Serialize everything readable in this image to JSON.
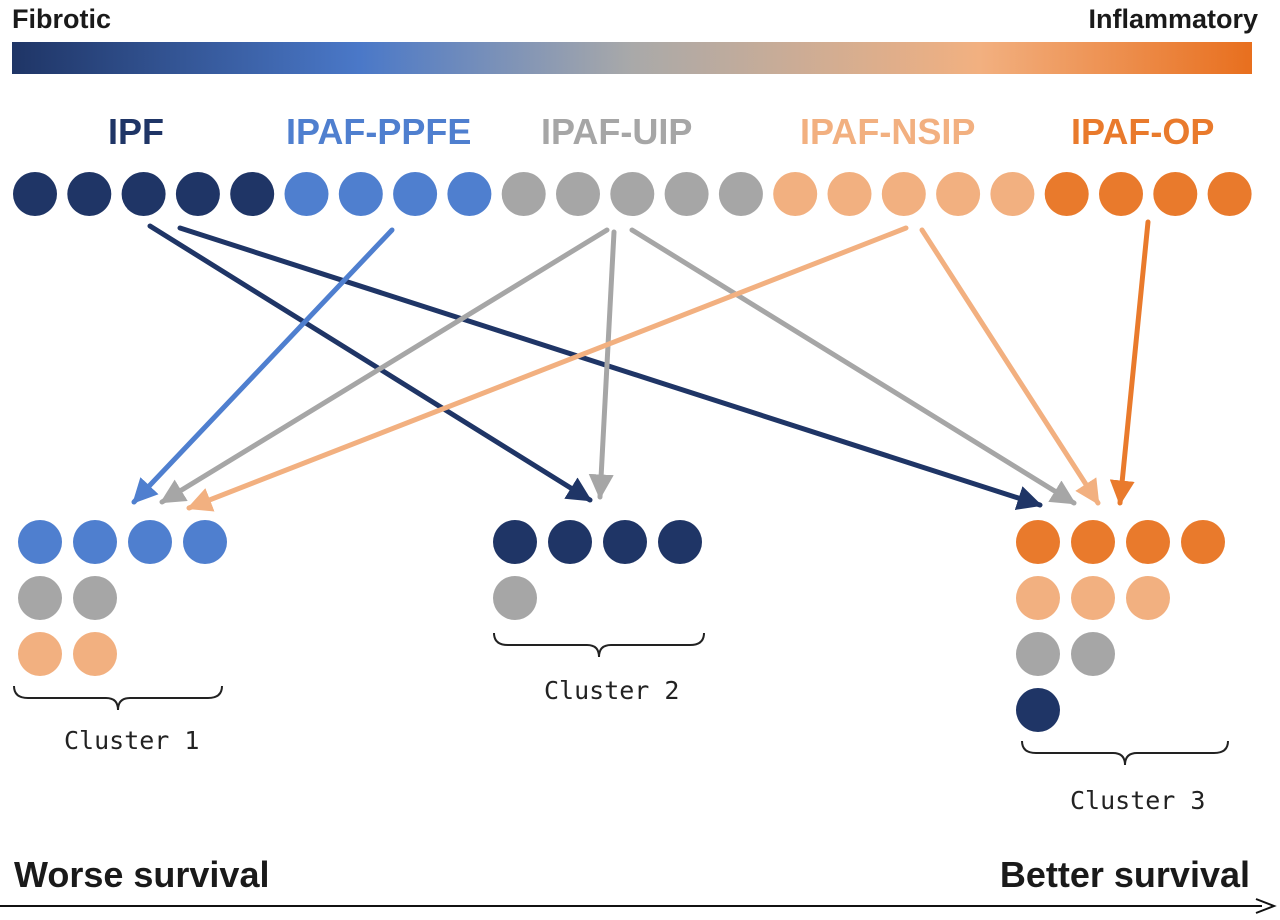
{
  "scale": {
    "left_label": "Fibrotic",
    "right_label": "Inflammatory"
  },
  "colors": {
    "IPF": "#1f3566",
    "IPAF-PPFE": "#4f7fcf",
    "IPAF-UIP": "#a6a6a6",
    "IPAF-NSIP": "#f2b080",
    "IPAF-OP": "#e97a2c"
  },
  "groups": [
    {
      "key": "IPF",
      "label": "IPF",
      "count": 5
    },
    {
      "key": "IPAF-PPFE",
      "label": "IPAF-PPFE",
      "count": 4
    },
    {
      "key": "IPAF-UIP",
      "label": "IPAF-UIP",
      "count": 5
    },
    {
      "key": "IPAF-NSIP",
      "label": "IPAF-NSIP",
      "count": 5
    },
    {
      "key": "IPAF-OP",
      "label": "IPAF-OP",
      "count": 4
    }
  ],
  "clusters": [
    {
      "label": "Cluster 1",
      "rows": [
        {
          "group": "IPAF-PPFE",
          "count": 4
        },
        {
          "group": "IPAF-UIP",
          "count": 2
        },
        {
          "group": "IPAF-NSIP",
          "count": 2
        }
      ]
    },
    {
      "label": "Cluster 2",
      "rows": [
        {
          "group": "IPF",
          "count": 4
        },
        {
          "group": "IPAF-UIP",
          "count": 1
        }
      ]
    },
    {
      "label": "Cluster 3",
      "rows": [
        {
          "group": "IPAF-OP",
          "count": 4
        },
        {
          "group": "IPAF-NSIP",
          "count": 3
        },
        {
          "group": "IPAF-UIP",
          "count": 2
        },
        {
          "group": "IPF",
          "count": 1
        }
      ]
    }
  ],
  "flows": [
    {
      "from": "IPF",
      "to": "Cluster 2"
    },
    {
      "from": "IPF",
      "to": "Cluster 3"
    },
    {
      "from": "IPAF-PPFE",
      "to": "Cluster 1"
    },
    {
      "from": "IPAF-UIP",
      "to": "Cluster 1"
    },
    {
      "from": "IPAF-UIP",
      "to": "Cluster 2"
    },
    {
      "from": "IPAF-UIP",
      "to": "Cluster 3"
    },
    {
      "from": "IPAF-NSIP",
      "to": "Cluster 1"
    },
    {
      "from": "IPAF-NSIP",
      "to": "Cluster 3"
    },
    {
      "from": "IPAF-OP",
      "to": "Cluster 3"
    }
  ],
  "axis": {
    "left_label": "Worse survival",
    "right_label": "Better survival"
  }
}
